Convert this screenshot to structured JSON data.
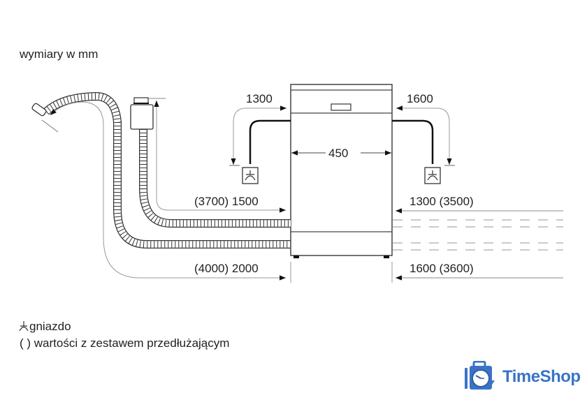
{
  "title": "wymiary w mm",
  "dimensions": {
    "width_450": "450",
    "left_top": "1300",
    "right_top": "1600",
    "left_mid": "(3700) 1500",
    "right_mid": "1300 (3500)",
    "left_bottom": "(4000) 2000",
    "right_bottom": "1600 (3600)"
  },
  "legend": {
    "socket_label": "gniazdo",
    "paren_label": "( ) wartości z zestawem przedłużającym"
  },
  "logo": {
    "text": "TimeShop",
    "color": "#3a73c6"
  },
  "colors": {
    "line": "#333333",
    "dim_line": "#999999",
    "dashed": "#aaaaaa"
  }
}
